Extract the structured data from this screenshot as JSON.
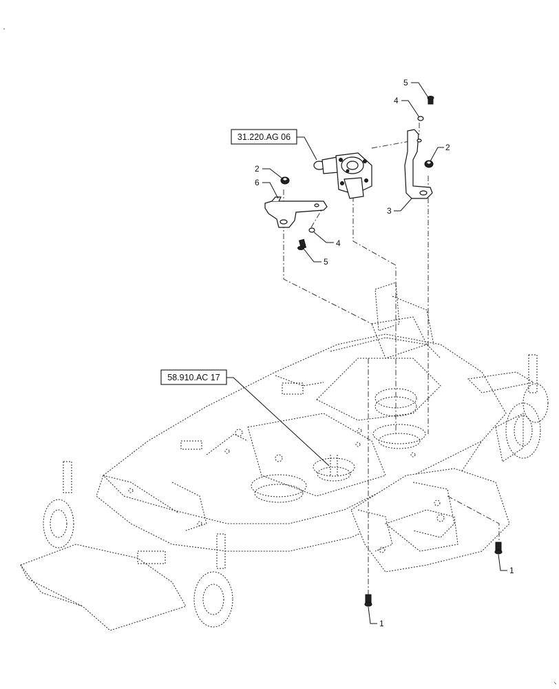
{
  "references": {
    "gearbox_ref": "31.220.AG 06",
    "pulley_ref": "58.910.AC 17"
  },
  "callouts": {
    "c5_top": "5",
    "c4_top": "4",
    "c2_right": "2",
    "c3": "3",
    "c2_left": "2",
    "c6": "6",
    "c4_left": "4",
    "c5_left": "5",
    "c1_right": "1",
    "c1_bottom": "1"
  }
}
